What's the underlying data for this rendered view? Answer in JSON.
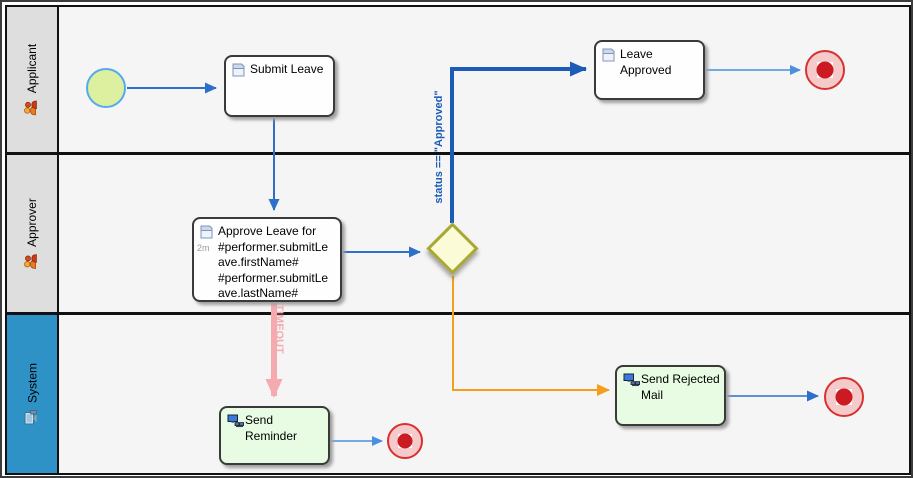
{
  "lanes": [
    {
      "label": "Applicant",
      "icon": "people-icon"
    },
    {
      "label": "Approver",
      "icon": "people-icon"
    },
    {
      "label": "System",
      "icon": "computer-icon"
    }
  ],
  "nodes": {
    "start_event": {
      "type": "start-event"
    },
    "submit_leave": {
      "label": "Submit Leave"
    },
    "approve_leave": {
      "label": "Approve Leave for\n#performer.submitLe\nave.firstName#\n#performer.submitLe\nave.lastName#",
      "badge": "2m"
    },
    "gateway": {
      "type": "exclusive-gateway"
    },
    "leave_approved": {
      "label": "Leave\nApproved"
    },
    "send_reminder": {
      "label": "Send\nReminder"
    },
    "send_rejected": {
      "label": "Send Rejected\nMail"
    }
  },
  "edge_labels": {
    "approved_condition": "status == \"Approved\"",
    "timeout": "TIMEOUT"
  },
  "colors": {
    "flow_blue": "#2e6fc9",
    "flow_blue_bold": "#1d5bb8",
    "flow_light_blue": "#4a90e2",
    "flow_orange": "#f59e1e",
    "flow_pink": "#f5aab0",
    "lane_header_gray": "#dedede",
    "system_lane_blue": "#2f92c6",
    "task_green": "#e7fce3",
    "start_fill": "#ddf0a0",
    "start_border": "#54a9f0",
    "end_fill": "#f4caca",
    "end_border": "#d93030",
    "end_dot": "#cb1a22",
    "gateway_fill": "#fbfbd8",
    "gateway_border": "#a8a832"
  }
}
